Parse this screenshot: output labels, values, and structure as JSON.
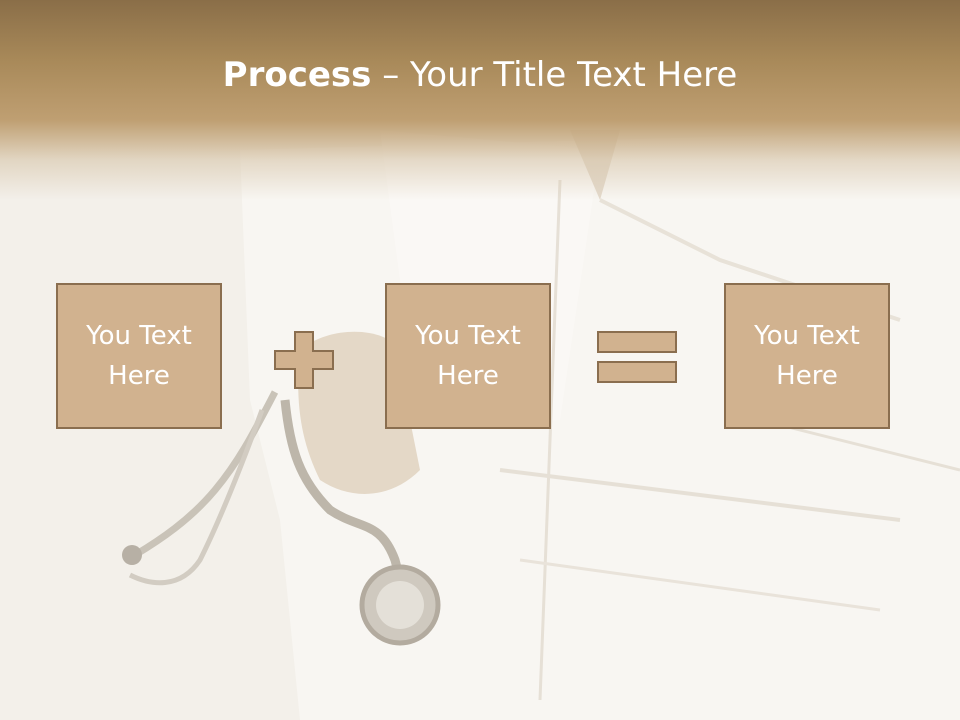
{
  "slide": {
    "title_bold": "Process",
    "title_dash": " – ",
    "title_rest": "Your Title Text Here"
  },
  "process": {
    "box1_text": "You Text Here",
    "box2_text": "You Text Here",
    "box3_text": "You Text Here"
  },
  "colors": {
    "header": "#a88959",
    "box_fill": "#d1b28f",
    "box_border": "#8a6e4f",
    "text": "#ffffff"
  }
}
